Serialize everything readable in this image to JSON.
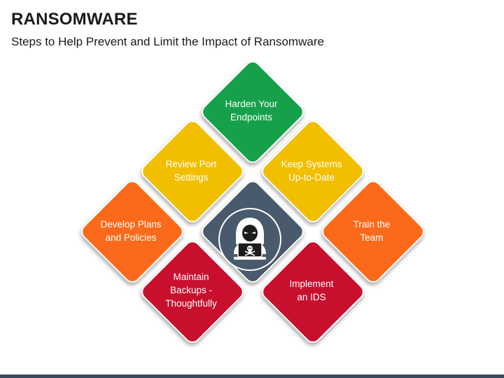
{
  "header": {
    "title": "RANSOMWARE",
    "subtitle": "Steps to Help Prevent and Limit the Impact of Ransomware"
  },
  "diagram": {
    "center_icon": "hacker-laptop-icon",
    "steps": [
      {
        "id": "harden",
        "line1": "Harden Your",
        "line2": "Endpoints",
        "line3": "",
        "color": "#16a04a"
      },
      {
        "id": "review",
        "line1": "Review Port",
        "line2": "Settings",
        "line3": "",
        "color": "#f2be00"
      },
      {
        "id": "keep",
        "line1": "Keep Systems",
        "line2": "Up-to-Date",
        "line3": "",
        "color": "#f2be00"
      },
      {
        "id": "develop",
        "line1": "Develop Plans",
        "line2": "and Policies",
        "line3": "",
        "color": "#fa6a1a"
      },
      {
        "id": "train",
        "line1": "Train the",
        "line2": "Team",
        "line3": "",
        "color": "#fa6a1a"
      },
      {
        "id": "maintain",
        "line1": "Maintain",
        "line2": "Backups -",
        "line3": "Thoughtfully",
        "color": "#c8102e"
      },
      {
        "id": "implement",
        "line1": "Implement",
        "line2": "an IDS",
        "line3": "",
        "color": "#c8102e"
      }
    ]
  }
}
